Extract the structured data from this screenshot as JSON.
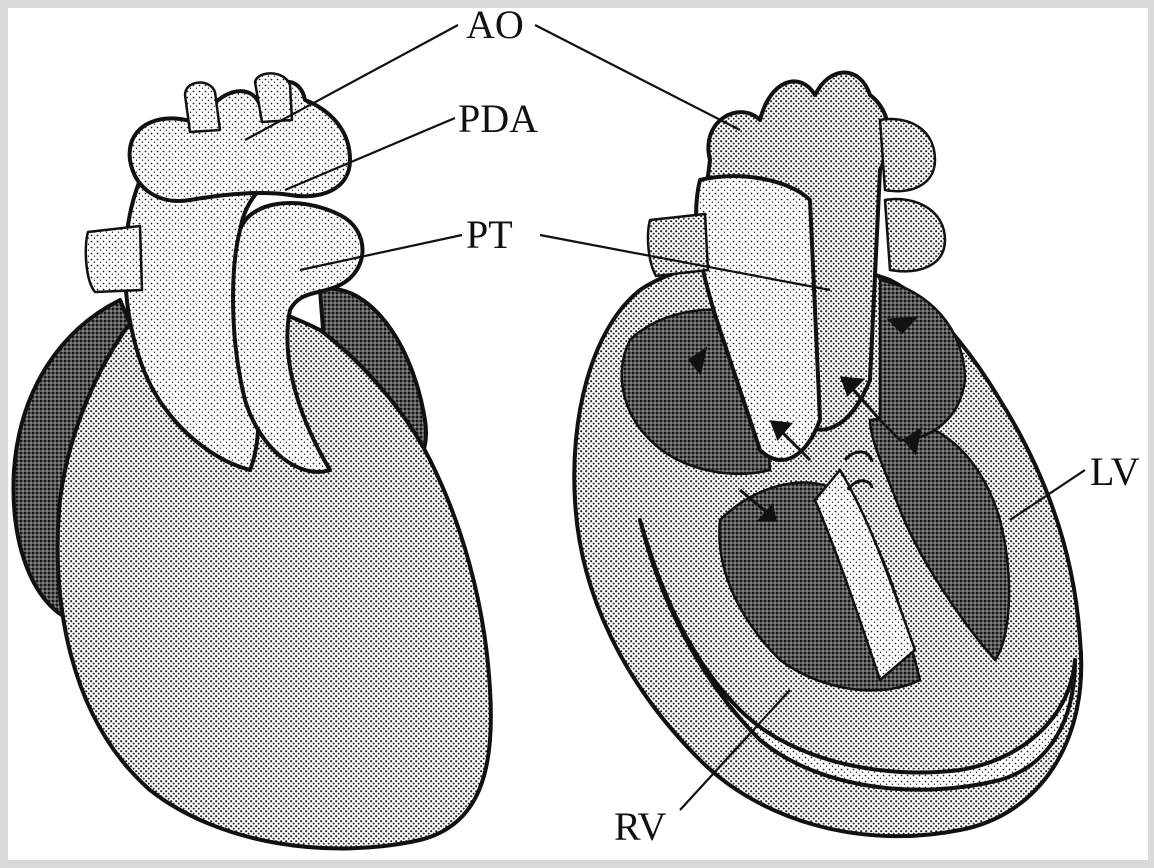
{
  "labels": {
    "ao": "AO",
    "pda": "PDA",
    "pt": "PT",
    "lv": "LV",
    "rv": "RV"
  },
  "colors": {
    "background": "#d9d9d9",
    "canvas": "#ffffff",
    "ink": "#111111"
  }
}
